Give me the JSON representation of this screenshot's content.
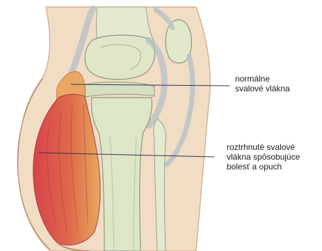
{
  "labels": {
    "normal_fibers": [
      "normálne",
      "svalové vlákna"
    ],
    "torn_fibers": [
      "roztrhnuté svalové",
      "vlákna spôsobujúce",
      "bolesť a opuch"
    ]
  },
  "colors": {
    "skin": "#f2dcc3",
    "skin_outline": "#c9a98a",
    "bone": "#dfe6c9",
    "bone_outline": "#9aa08a",
    "cartilage": "#b9c3c9",
    "muscle_normal": "#e9a55a",
    "muscle_torn": "#d6484a",
    "leader_line": "#2a3550"
  },
  "icons": {
    "anatomy": "knee-sagittal-illustration"
  }
}
